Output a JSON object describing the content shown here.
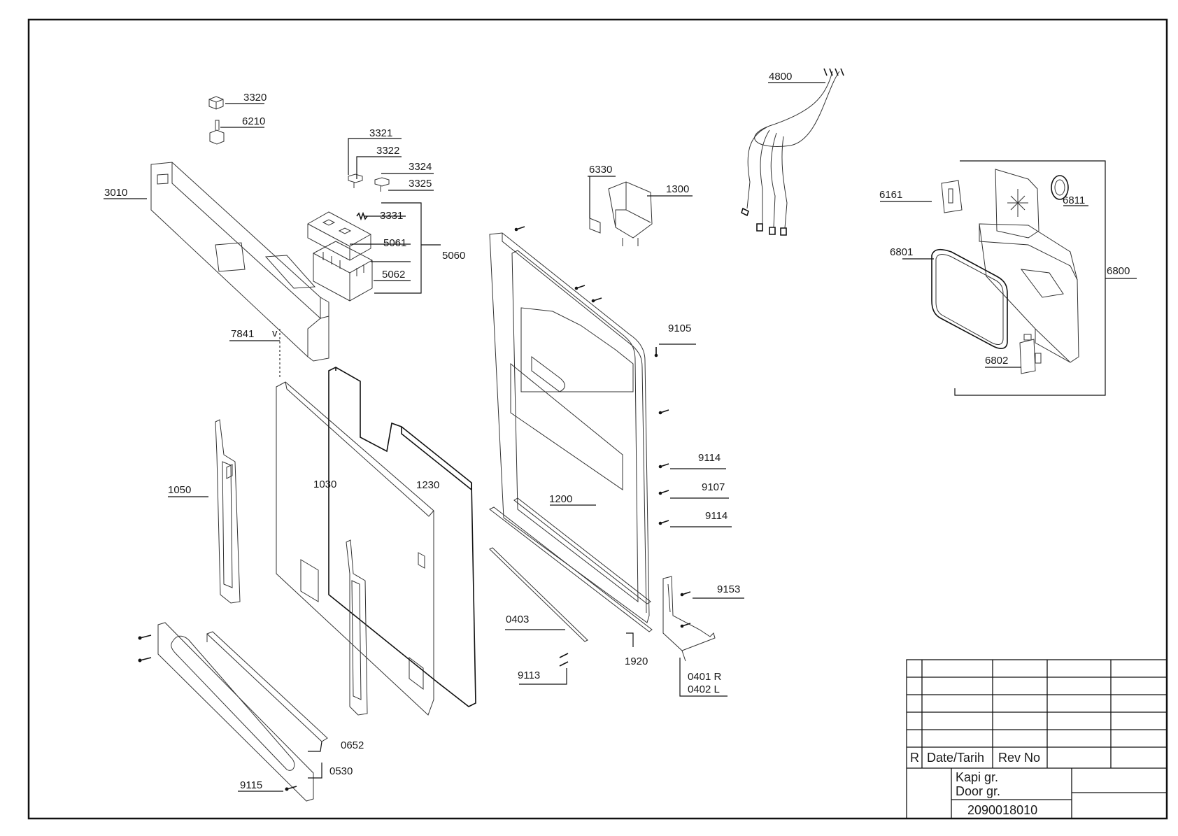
{
  "colors": {
    "line": "#111111",
    "part": "#333333",
    "background": "#ffffff"
  },
  "parts": [
    "3320",
    "6210",
    "3010",
    "3321",
    "3322",
    "3324",
    "3325",
    "3331",
    "5061",
    "5060",
    "5062",
    "7841",
    "v",
    "1050",
    "1030",
    "1230",
    "0652",
    "0530",
    "9115",
    "6330",
    "1300",
    "1200",
    "0403",
    "1920",
    "9113",
    "9105",
    "9114",
    "9107",
    "9114",
    "9153",
    "0401 R",
    "0402 L",
    "4800",
    "6161",
    "6811",
    "6801",
    "6800",
    "6802"
  ],
  "title_block": {
    "rev_col": "R",
    "date_col": "Date/Tarih",
    "revno_col": "Rev No",
    "title_tr": "Kapi gr.",
    "title_en": "Door gr.",
    "drawing_no": "2090018010"
  }
}
